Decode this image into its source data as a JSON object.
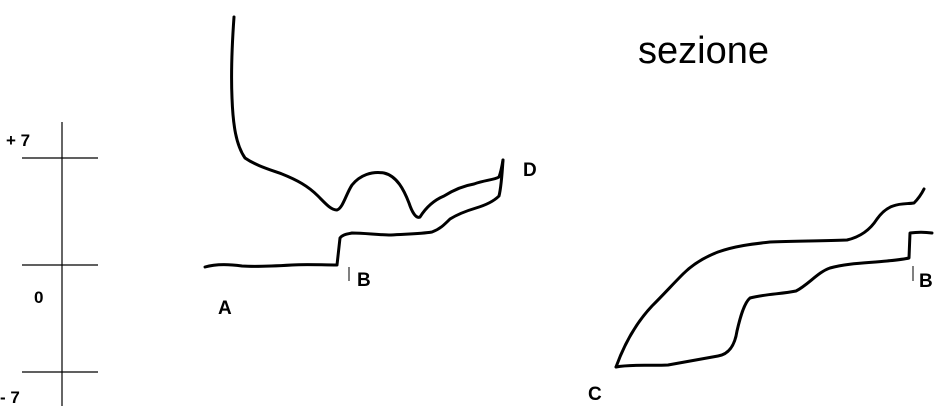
{
  "title": "sezione",
  "scale": {
    "labels": [
      "+ 7",
      "0",
      "- 7"
    ]
  },
  "points": {
    "A": "A",
    "B": "B",
    "C": "C",
    "D": "D"
  },
  "colors": {
    "ink": "#000000",
    "background": "#ffffff"
  }
}
